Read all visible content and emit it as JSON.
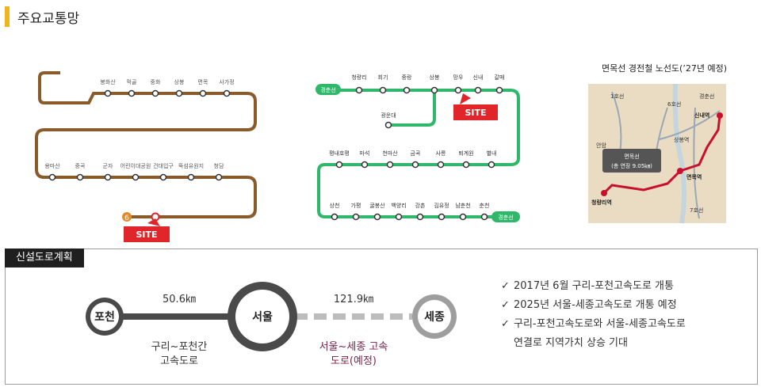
{
  "page_title": "주요교통망",
  "line7": {
    "stations_row1": [
      "봉화산",
      "먹골",
      "중화",
      "상봉",
      "면목",
      "사가정"
    ],
    "row2": [
      "용마산",
      "중곡",
      "군자",
      "어린이대공원",
      "건대입구",
      "뚝섬유원지",
      "청담"
    ],
    "site_label": "SITE",
    "terminal": "6"
  },
  "gyeongchun": {
    "top_left_label": "경춘선",
    "bottom_right_label": "경춘선",
    "row1": [
      "청량리",
      "회기",
      "중랑",
      "상봉",
      "망우",
      "신내",
      "갈매"
    ],
    "branch": "광운대",
    "row2": [
      "평내호평",
      "마석",
      "천마산",
      "금곡",
      "사릉",
      "퇴계원",
      "별내"
    ],
    "row3": [
      "상천",
      "가평",
      "굴봉산",
      "백양리",
      "강촌",
      "김유정",
      "남춘천",
      "춘천"
    ],
    "site_label": "SITE"
  },
  "map_inset": {
    "title": "면목선 경전철 노선도(’27년 예정)",
    "labels": {
      "line1": "1호선",
      "line6": "6호선",
      "gyeongchun": "경춘선",
      "sinnae": "신내역",
      "sangbong": "상봉역",
      "anam": "안암",
      "myeonmok": "면목역",
      "cheongnyangni": "청량리역",
      "line7": "7호선"
    },
    "callout_line1": "면목선",
    "callout_line2": "(총 연장 9.05㎞)"
  },
  "road_plan": {
    "label": "신설도로계획",
    "nodes": [
      "포천",
      "서울",
      "세종"
    ],
    "distance1": "50.6㎞",
    "distance2": "121.9㎞",
    "caption1_line1": "구리~포천간",
    "caption1_line2": "고속도로",
    "caption2_line1": "서울~세종 고속",
    "caption2_line2": "도로(예정)",
    "checklist": [
      "2017년 6월 구리-포천고속도로 개통",
      "2025년 서울-세종고속도로 개통 예정",
      "구리-포천고속도로와 서울-세종고속도로"
    ],
    "checklist_cont": "연결로 지역가치 상승 기대",
    "check_mark": "✓"
  },
  "colors": {
    "line7_brown": "#8a5a2b",
    "gyeongchun_green": "#2fb86a",
    "site_red": "#e0262a",
    "accent_yellow": "#f2b41c",
    "myeonmok_red": "#c8102e"
  }
}
